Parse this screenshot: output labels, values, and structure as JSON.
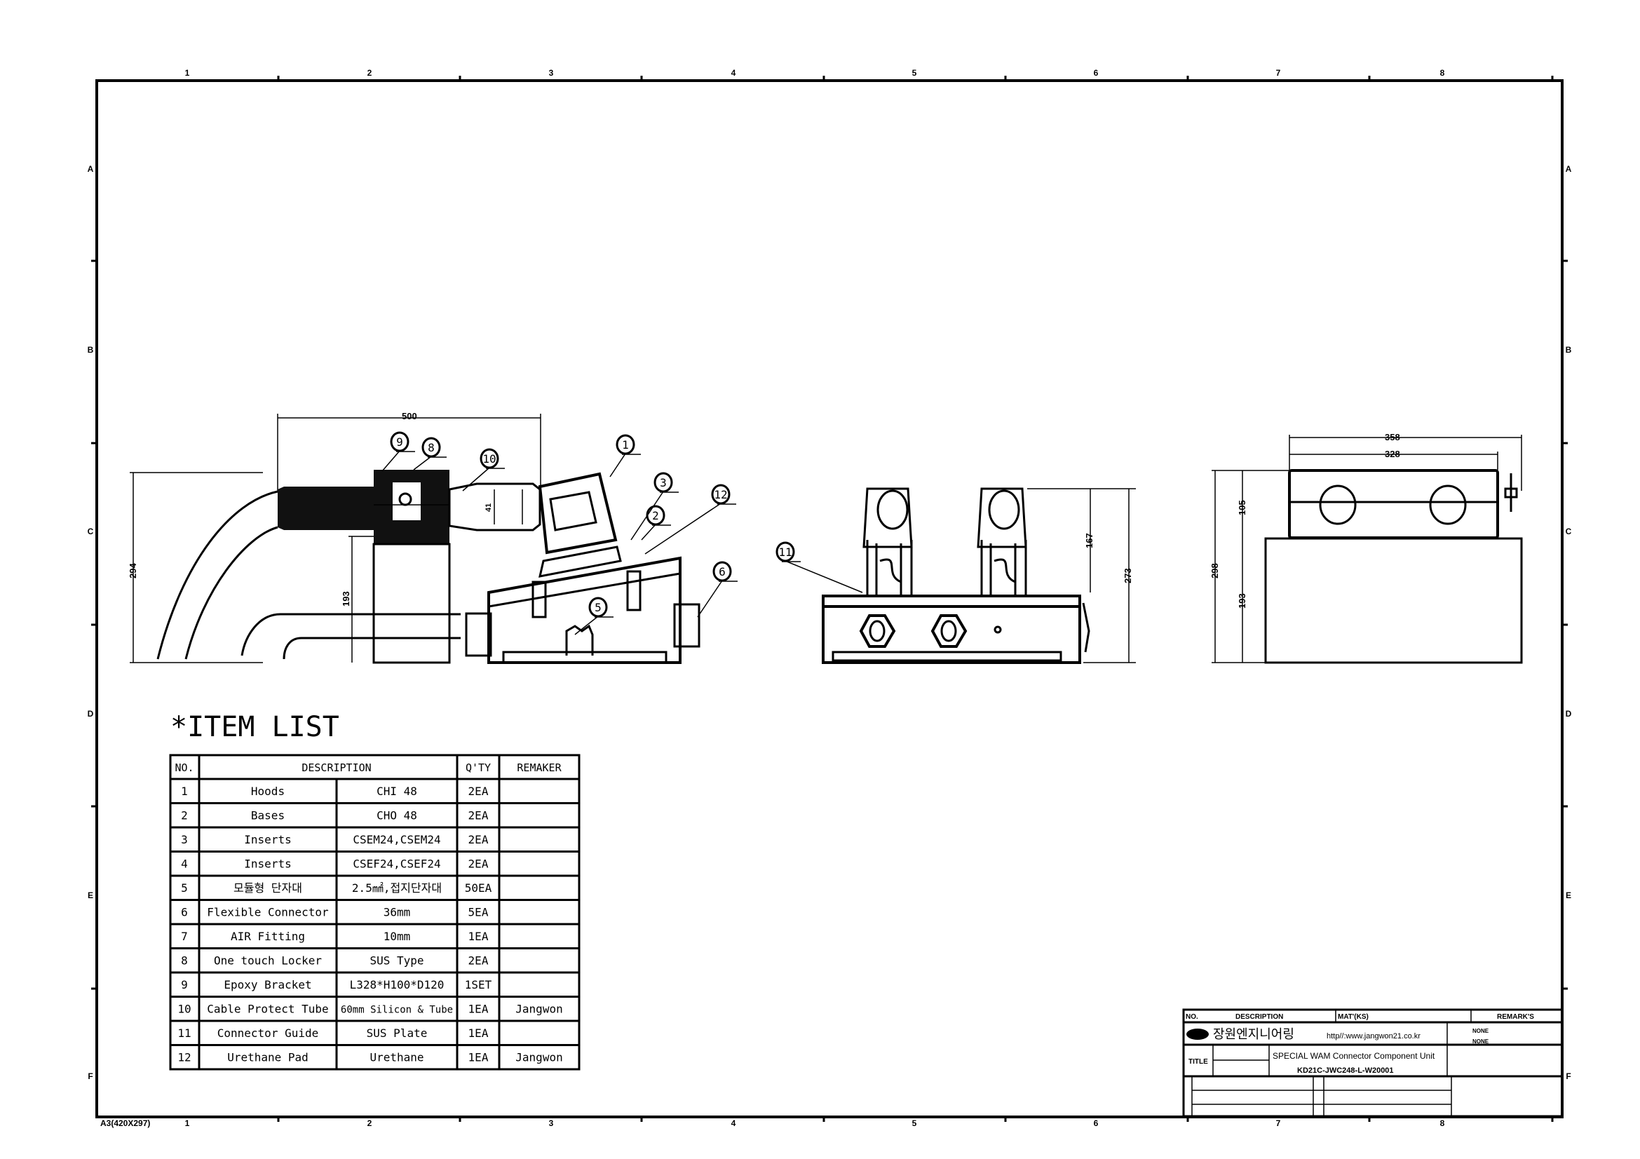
{
  "sheet": {
    "paper_size": "A3(420X297)",
    "columns": [
      "1",
      "2",
      "3",
      "4",
      "5",
      "6",
      "7",
      "8"
    ],
    "rows": [
      "A",
      "B",
      "C",
      "D",
      "E",
      "F"
    ]
  },
  "dimensions": {
    "side_width": "500",
    "side_tube": "41",
    "side_height": "294",
    "side_lower": "193",
    "front_upper": "167",
    "front_height": "273",
    "top_outer": "358",
    "top_inner": "328",
    "top_upper": "105",
    "top_height": "298",
    "top_lower": "193"
  },
  "balloons": [
    "1",
    "2",
    "3",
    "5",
    "6",
    "8",
    "9",
    "10",
    "11",
    "12"
  ],
  "item_list": {
    "title": "*ITEM LIST",
    "headers": {
      "no": "NO.",
      "description": "DESCRIPTION",
      "qty": "Q'TY",
      "remaker": "REMAKER"
    },
    "rows": [
      {
        "no": "1",
        "name": "Hoods",
        "spec": "CHI 48",
        "qty": "2EA",
        "remaker": ""
      },
      {
        "no": "2",
        "name": "Bases",
        "spec": "CHO 48",
        "qty": "2EA",
        "remaker": ""
      },
      {
        "no": "3",
        "name": "Inserts",
        "spec": "CSEM24,CSEM24",
        "qty": "2EA",
        "remaker": ""
      },
      {
        "no": "4",
        "name": "Inserts",
        "spec": "CSEF24,CSEF24",
        "qty": "2EA",
        "remaker": ""
      },
      {
        "no": "5",
        "name": "모듈형 단자대",
        "spec": "2.5㎟,접지단자대",
        "qty": "50EA",
        "remaker": ""
      },
      {
        "no": "6",
        "name": "Flexible Connector",
        "spec": "36mm",
        "qty": "5EA",
        "remaker": ""
      },
      {
        "no": "7",
        "name": "AIR Fitting",
        "spec": "10mm",
        "qty": "1EA",
        "remaker": ""
      },
      {
        "no": "8",
        "name": "One touch Locker",
        "spec": "SUS Type",
        "qty": "2EA",
        "remaker": ""
      },
      {
        "no": "9",
        "name": "Epoxy Bracket",
        "spec": "L328*H100*D120",
        "qty": "1SET",
        "remaker": ""
      },
      {
        "no": "10",
        "name": "Cable Protect Tube",
        "spec": "60mm Silicon & Tube",
        "qty": "1EA",
        "remaker": "Jangwon"
      },
      {
        "no": "11",
        "name": "Connector Guide",
        "spec": "SUS Plate",
        "qty": "1EA",
        "remaker": ""
      },
      {
        "no": "12",
        "name": "Urethane Pad",
        "spec": "Urethane",
        "qty": "1EA",
        "remaker": "Jangwon"
      }
    ]
  },
  "title_block": {
    "no": "NO.",
    "description": "DESCRIPTION",
    "material": "MAT'(KS)",
    "remarks": "REMARK'S",
    "company": "장원엔지니어링",
    "url": "http//:www.jangwon21.co.kr",
    "title_label": "TITLE",
    "title": "SPECIAL WAM Connector Component Unit",
    "drawing_no": "KD21C-JWC248-L-W20001",
    "scale_value": "NONE",
    "size_value": "NONE"
  }
}
